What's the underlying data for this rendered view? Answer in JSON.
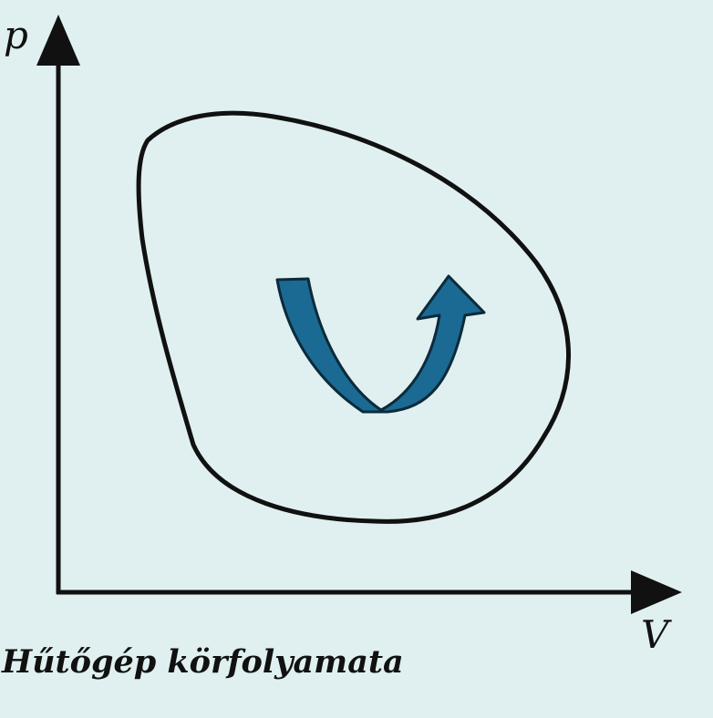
{
  "diagram": {
    "y_axis_label": "p",
    "x_axis_label": "V",
    "caption": "Hűtőgép körfolyamata",
    "colors": {
      "background": "#e0f0f0",
      "axis": "#111111",
      "cycle_curve": "#111111",
      "arrow_fill": "#1a6a93",
      "arrow_stroke": "#0b2a3a"
    },
    "icons": {
      "direction_arrow": "curved-u-arrow-icon"
    }
  }
}
